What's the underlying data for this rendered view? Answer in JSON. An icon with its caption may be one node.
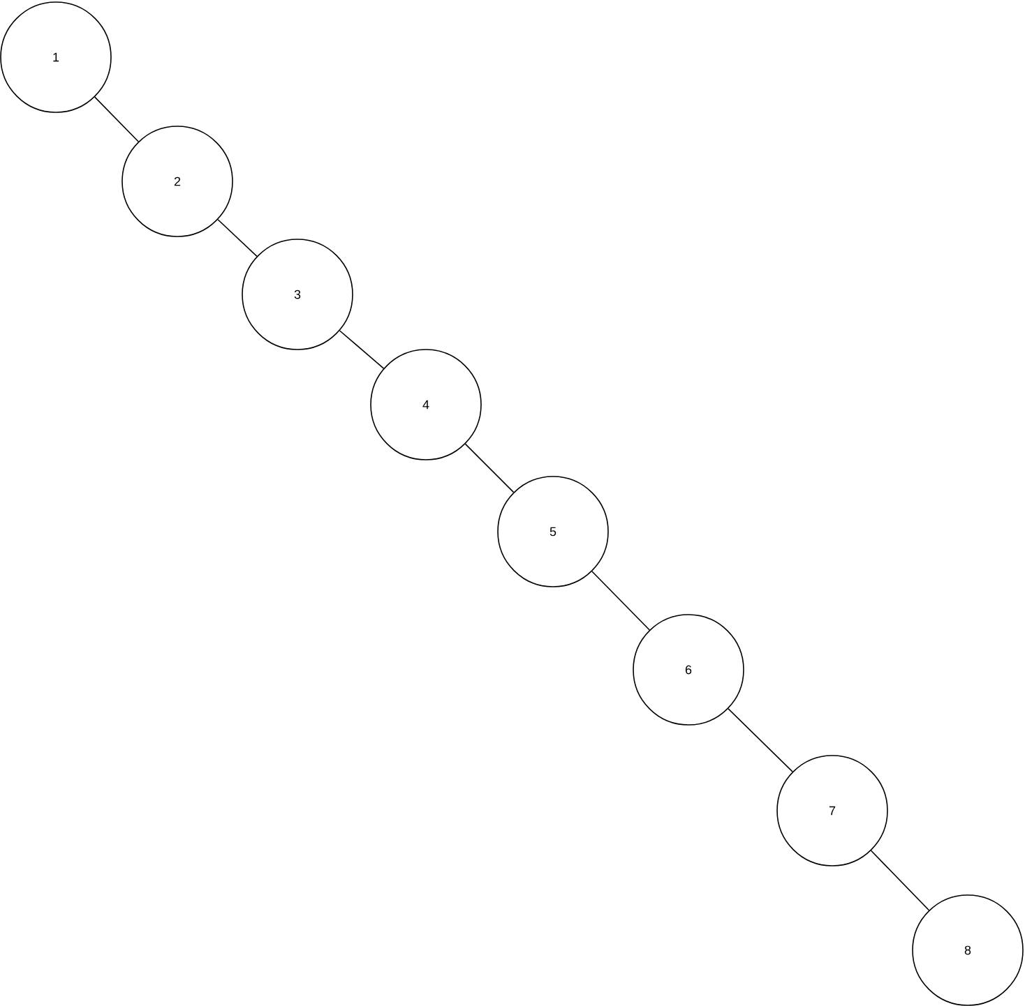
{
  "diagram": {
    "nodes": [
      {
        "text": [
          "1"
        ]
      },
      {
        "text": [
          "2"
        ]
      },
      {
        "text": [
          "3"
        ]
      },
      {
        "text": [
          "4"
        ]
      },
      {
        "text": [
          "5"
        ]
      },
      {
        "text": [
          "6"
        ]
      },
      {
        "text": [
          "7"
        ]
      },
      {
        "text": [
          "8"
        ]
      }
    ],
    "edges": [
      {
        "from": 0,
        "to": 1,
        "arrow": "none"
      },
      {
        "from": 1,
        "to": 2,
        "arrow": "none"
      },
      {
        "from": 2,
        "to": 3,
        "arrow": "none"
      },
      {
        "from": 3,
        "to": 4,
        "arrow": "none"
      },
      {
        "from": 4,
        "to": 5,
        "arrow": "none"
      },
      {
        "from": 5,
        "to": 6,
        "arrow": "none"
      },
      {
        "from": 6,
        "to": 7,
        "arrow": "none"
      }
    ]
  }
}
